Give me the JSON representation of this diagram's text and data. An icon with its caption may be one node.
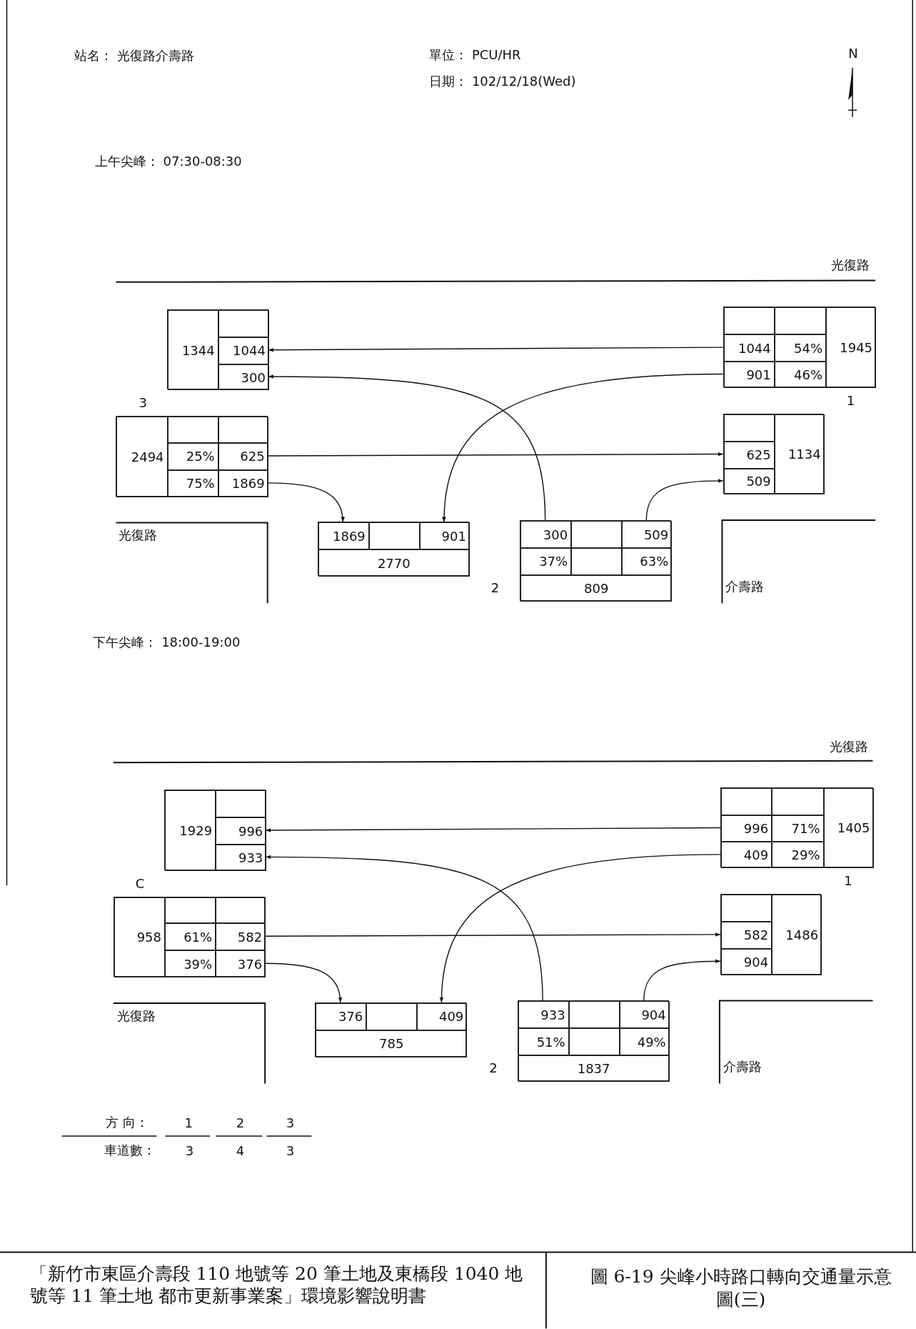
{
  "diagram": {
    "caption": "圖 6-19 尖峰小時路口轉向交通量示意圖(三)",
    "nodes": [
      {
        "text": [],
        "shape": "box"
      },
      {
        "text": [
          "1344"
        ],
        "in": 0
      },
      {
        "text": [],
        "shape": "box",
        "in": 0
      },
      {
        "text": [
          "1044"
        ],
        "in": 0
      },
      {
        "text": [
          "300"
        ],
        "in": 0
      },
      {
        "text": [],
        "shape": "box"
      },
      {
        "text": [],
        "shape": "box",
        "in": 5
      },
      {
        "text": [],
        "shape": "box",
        "in": 5
      },
      {
        "text": [
          "1945"
        ],
        "in": 5
      },
      {
        "text": [
          "1044"
        ],
        "in": 5
      },
      {
        "text": [
          "54%"
        ],
        "in": 5
      },
      {
        "text": [
          "901"
        ],
        "in": 5
      },
      {
        "text": [
          "46%"
        ],
        "in": 5
      },
      {
        "text": [],
        "shape": "box"
      },
      {
        "text": [
          "2494"
        ],
        "in": 13
      },
      {
        "text": [],
        "shape": "box",
        "in": 13
      },
      {
        "text": [],
        "shape": "box",
        "in": 13
      },
      {
        "text": [
          "25%"
        ],
        "in": 13
      },
      {
        "text": [
          "625"
        ],
        "in": 13
      },
      {
        "text": [
          "75%"
        ],
        "in": 13
      },
      {
        "text": [
          "1869"
        ],
        "in": 13
      },
      {
        "text": [],
        "shape": "box"
      },
      {
        "text": [],
        "shape": "box",
        "in": 21
      },
      {
        "text": [
          "1134"
        ],
        "in": 21
      },
      {
        "text": [
          "625"
        ],
        "in": 21
      },
      {
        "text": [
          "509"
        ],
        "in": 21
      },
      {
        "text": [],
        "shape": "box"
      },
      {
        "text": [
          "1869"
        ],
        "in": 26
      },
      {
        "text": [],
        "shape": "box",
        "in": 26
      },
      {
        "text": [
          "901"
        ],
        "in": 26
      },
      {
        "text": [
          "2770"
        ],
        "in": 26
      },
      {
        "text": [],
        "shape": "box"
      },
      {
        "text": [
          "300"
        ],
        "in": 31
      },
      {
        "text": [],
        "shape": "box",
        "in": 31
      },
      {
        "text": [
          "509"
        ],
        "in": 31
      },
      {
        "text": [
          "37%"
        ],
        "in": 31
      },
      {
        "text": [],
        "shape": "box",
        "in": 31
      },
      {
        "text": [
          "63%"
        ],
        "in": 31
      },
      {
        "text": [
          "809"
        ],
        "in": 31
      },
      {
        "text": [],
        "shape": "box"
      },
      {
        "text": [
          "1929"
        ],
        "in": 39
      },
      {
        "text": [],
        "shape": "box",
        "in": 39
      },
      {
        "text": [
          "996"
        ],
        "in": 39
      },
      {
        "text": [
          "933"
        ],
        "in": 39
      },
      {
        "text": [],
        "shape": "box"
      },
      {
        "text": [],
        "shape": "box",
        "in": 44
      },
      {
        "text": [],
        "shape": "box",
        "in": 44
      },
      {
        "text": [
          "1405"
        ],
        "in": 44
      },
      {
        "text": [
          "996"
        ],
        "in": 44
      },
      {
        "text": [
          "71%"
        ],
        "in": 44
      },
      {
        "text": [
          "409"
        ],
        "in": 44
      },
      {
        "text": [
          "29%"
        ],
        "in": 44
      },
      {
        "text": [],
        "shape": "box"
      },
      {
        "text": [
          "958"
        ],
        "in": 52
      },
      {
        "text": [],
        "shape": "box",
        "in": 52
      },
      {
        "text": [],
        "shape": "box",
        "in": 52
      },
      {
        "text": [
          "61%"
        ],
        "in": 52
      },
      {
        "text": [
          "582"
        ],
        "in": 52
      },
      {
        "text": [
          "39%"
        ],
        "in": 52
      },
      {
        "text": [
          "376"
        ],
        "in": 52
      },
      {
        "text": [],
        "shape": "box"
      },
      {
        "text": [],
        "shape": "box",
        "in": 60
      },
      {
        "text": [
          "1486"
        ],
        "in": 60
      },
      {
        "text": [
          "582"
        ],
        "in": 60
      },
      {
        "text": [
          "904"
        ],
        "in": 60
      },
      {
        "text": [],
        "shape": "box"
      },
      {
        "text": [
          "376"
        ],
        "in": 65
      },
      {
        "text": [],
        "shape": "box",
        "in": 65
      },
      {
        "text": [
          "409"
        ],
        "in": 65
      },
      {
        "text": [
          "785"
        ],
        "in": 65
      },
      {
        "text": [],
        "shape": "box"
      },
      {
        "text": [
          "933"
        ],
        "in": 70
      },
      {
        "text": [],
        "shape": "box",
        "in": 70
      },
      {
        "text": [
          "904"
        ],
        "in": 70
      },
      {
        "text": [
          "51%"
        ],
        "in": 70
      },
      {
        "text": [],
        "shape": "box",
        "in": 70
      },
      {
        "text": [
          "49%"
        ],
        "in": 70
      },
      {
        "text": [
          "1837"
        ],
        "in": 70
      }
    ],
    "edges": [
      {
        "from": 9,
        "to": 3,
        "arrow": "to"
      },
      {
        "from": 11,
        "to": 29,
        "arrow": "to"
      },
      {
        "from": 32,
        "to": 4,
        "arrow": "to"
      },
      {
        "from": 18,
        "to": 24,
        "arrow": "to"
      },
      {
        "from": 20,
        "to": 27,
        "arrow": "to"
      },
      {
        "from": 34,
        "to": 25,
        "arrow": "to"
      },
      {
        "from": 48,
        "to": 42,
        "arrow": "to"
      },
      {
        "from": 50,
        "to": 68,
        "arrow": "to"
      },
      {
        "from": 71,
        "to": 43,
        "arrow": "to"
      },
      {
        "from": 57,
        "to": 63,
        "arrow": "to"
      },
      {
        "from": 59,
        "to": 66,
        "arrow": "to"
      },
      {
        "from": 73,
        "to": 64,
        "arrow": "to"
      }
    ],
    "labels": [
      "站名： 光復路介壽路",
      "單位： PCU/HR",
      "日期： 102/12/18(Wed)",
      "N",
      "上午尖峰： 07:30-08:30",
      "光復路",
      "3",
      "1",
      "光復路",
      "2",
      "介壽路",
      "下午尖峰： 18:00-19:00",
      "光復路",
      "C",
      "1",
      "光復路",
      "2",
      "介壽路",
      "方 向：",
      "1",
      "2",
      "3",
      "車道數：",
      "3",
      "4",
      "3",
      "「新竹市東區介壽段 110 地號等 20 筆土地及東橋段 1040 地號等 11 筆土地 都市更新事業案」環境影響說明書"
    ]
  }
}
